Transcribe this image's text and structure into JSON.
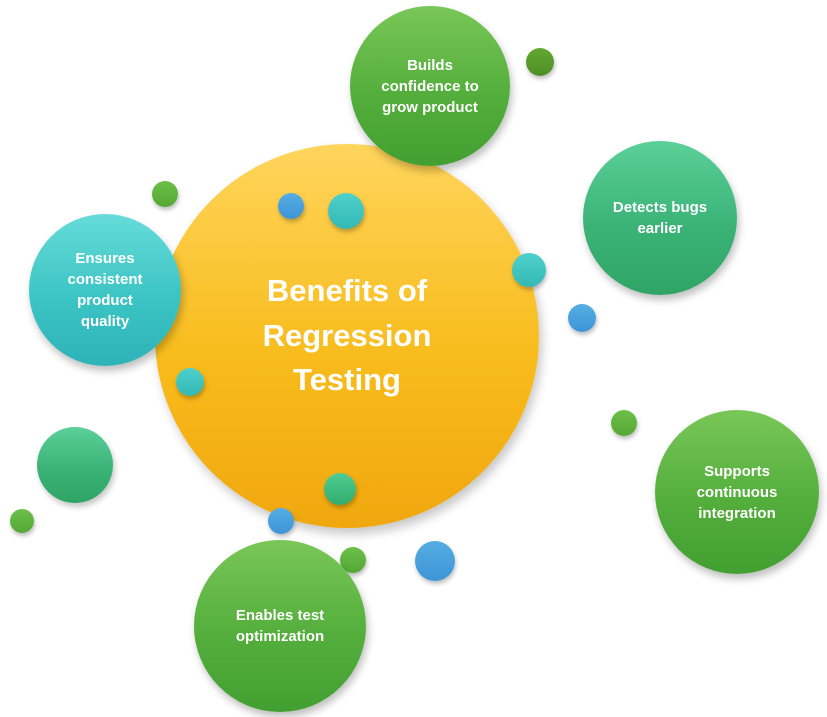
{
  "diagram": {
    "title": "Benefits of Regression Testing",
    "center": {
      "label": "Benefits of Regression Testing"
    },
    "satellites": [
      {
        "id": "builds-confidence",
        "label": "Builds confidence to grow product"
      },
      {
        "id": "detects-bugs-earlier",
        "label": "Detects bugs earlier"
      },
      {
        "id": "supports-continuous-integration",
        "label": "Supports continuous integration"
      },
      {
        "id": "enables-test-optimization",
        "label": "Enables test optimization"
      },
      {
        "id": "ensures-consistent-product-quality",
        "label": "Ensures consistent product quality"
      }
    ],
    "palette": {
      "center_gold_top": "#FFD55C",
      "center_gold_bottom": "#F0A70F",
      "green_top": "#79C758",
      "green_bottom": "#429F31",
      "emerald_top": "#5BD099",
      "emerald_bottom": "#2FA465",
      "teal_top": "#66DCD9",
      "teal_bottom": "#2EB3B8",
      "dot_blue": "#459FDD",
      "dot_teal": "#40C9C3",
      "dot_green": "#60B43E",
      "dot_dark_green": "#5A9E2E",
      "dot_mint": "#42BD80",
      "text_color": "#FFFFFF"
    }
  }
}
